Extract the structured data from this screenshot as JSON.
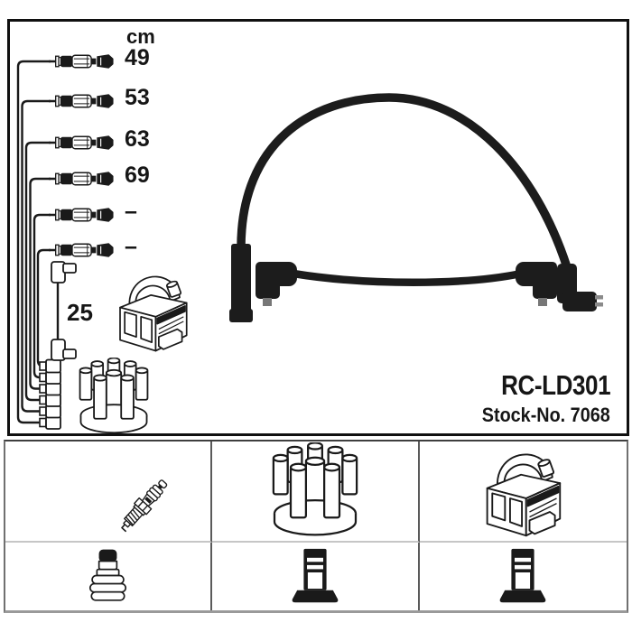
{
  "product": {
    "part_number": "RC-LD301",
    "stock_number": "Stock-No. 7068"
  },
  "measurements": {
    "unit_label": "cm",
    "cable_lengths": [
      {
        "label": "49"
      },
      {
        "label": "53"
      },
      {
        "label": "63"
      },
      {
        "label": "69"
      },
      {
        "label": "–"
      },
      {
        "label": "–"
      }
    ],
    "coil_lead_length": "25"
  },
  "illustrations": {
    "upper_panel": [
      "cable-lead-icon",
      "coil-lead-icon",
      "ignition-coil-icon",
      "distributor-cap-icon",
      "ignition-cable-photo"
    ],
    "bottom_grid_row1": [
      "spark-plug-icon",
      "distributor-cap-icon",
      "ignition-coil-icon"
    ],
    "bottom_grid_row2": [
      "plug-boot-icon",
      "coil-terminal-icon",
      "coil-terminal-icon"
    ]
  },
  "colors": {
    "ink": "#1a1a1a",
    "panel_border": "#101010",
    "cable_black": "#1c1c1c",
    "grid_line_dark": "#5a5a5a",
    "grid_line_light": "#c6c6c6",
    "bottom_edge": "#9a9a9a",
    "background": "#ffffff"
  }
}
